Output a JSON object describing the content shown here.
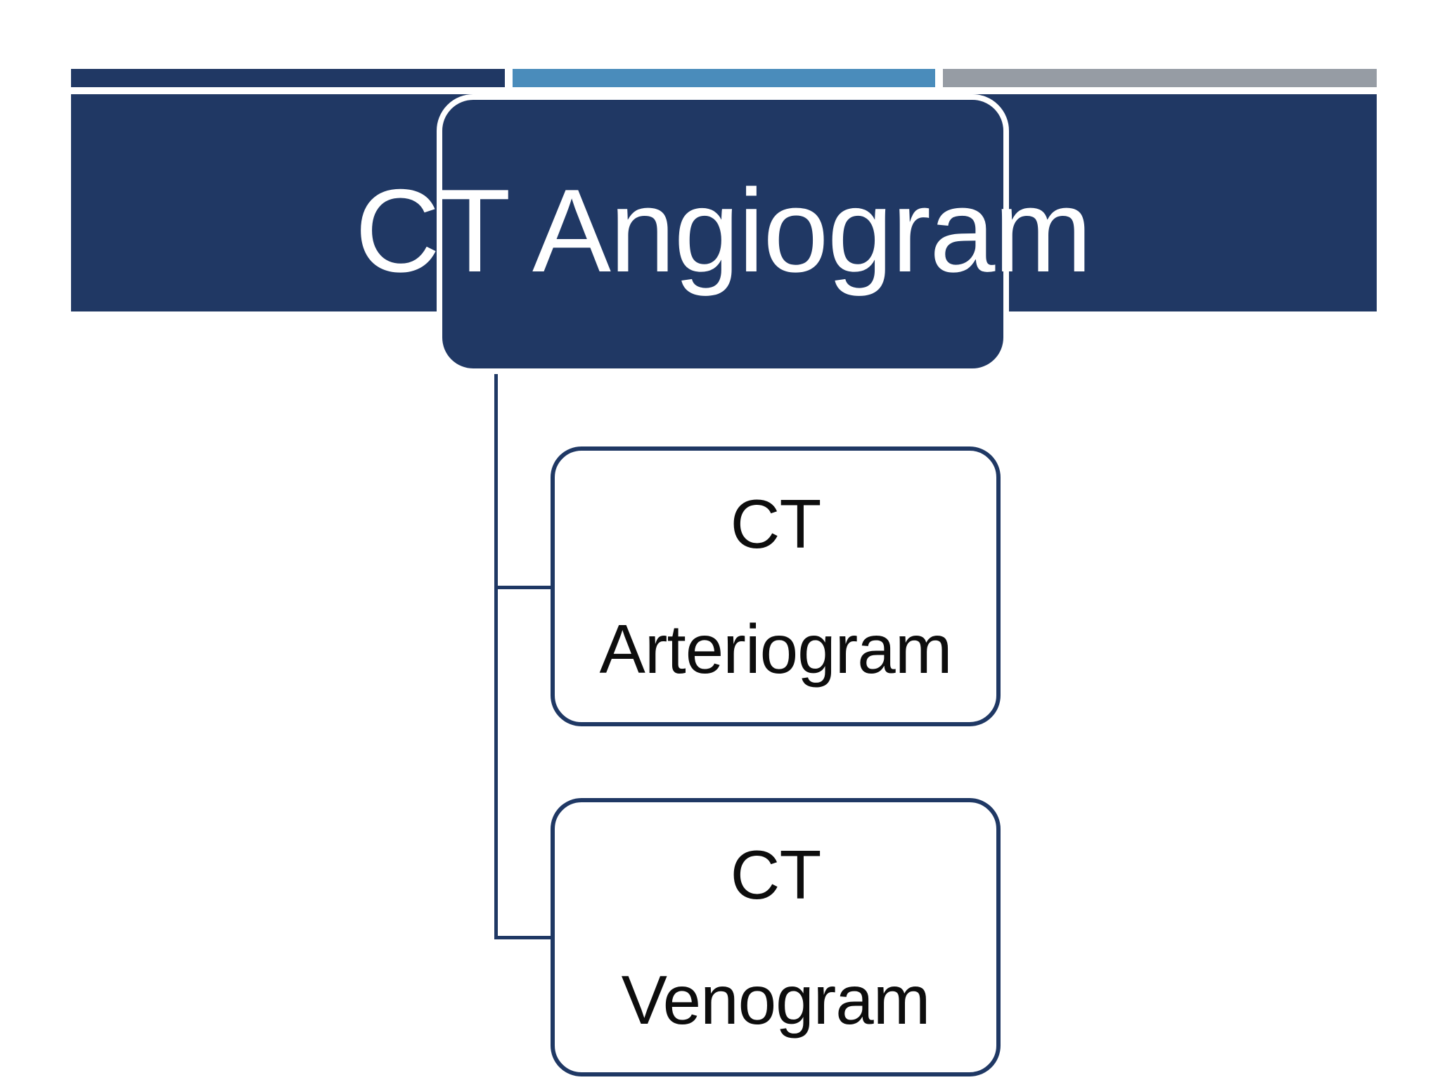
{
  "colors": {
    "navy": "#203864",
    "navy_line": "#1f3864",
    "steel_blue": "#4a8cbb",
    "gray": "#969ca4",
    "text_dark": "#0d0d0d",
    "background": "#ffffff"
  },
  "diagram": {
    "root": {
      "label": "CT Angiogram"
    },
    "children": [
      {
        "lines": [
          "CT",
          "Arteriogram"
        ]
      },
      {
        "lines": [
          "CT",
          "Venogram"
        ]
      }
    ]
  }
}
